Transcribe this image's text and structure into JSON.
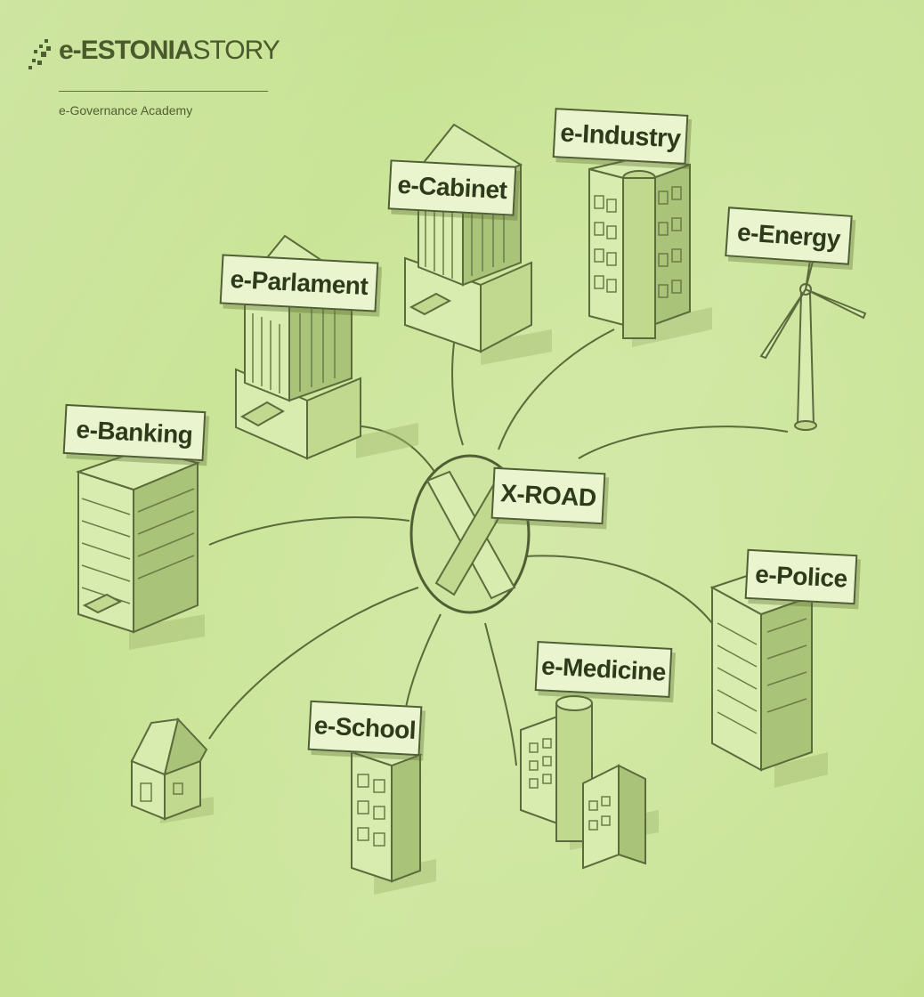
{
  "logo": {
    "brand_bold": "e-ESTONIA",
    "brand_light": "STORY",
    "subtitle": "e-Governance Academy"
  },
  "hub": {
    "label": "X-ROAD",
    "icon": "x-icon"
  },
  "nodes": [
    {
      "id": "e-industry",
      "label": "e-Industry"
    },
    {
      "id": "e-cabinet",
      "label": "e-Cabinet"
    },
    {
      "id": "e-energy",
      "label": "e-Energy"
    },
    {
      "id": "e-parlament",
      "label": "e-Parlament"
    },
    {
      "id": "e-banking",
      "label": "e-Banking"
    },
    {
      "id": "e-police",
      "label": "e-Police"
    },
    {
      "id": "e-medicine",
      "label": "e-Medicine"
    },
    {
      "id": "e-school",
      "label": "e-School"
    },
    {
      "id": "home",
      "label": ""
    }
  ],
  "colors": {
    "background": "#c9e496",
    "sign_fill": "#eaf5cf",
    "ink": "#4f5e33"
  }
}
